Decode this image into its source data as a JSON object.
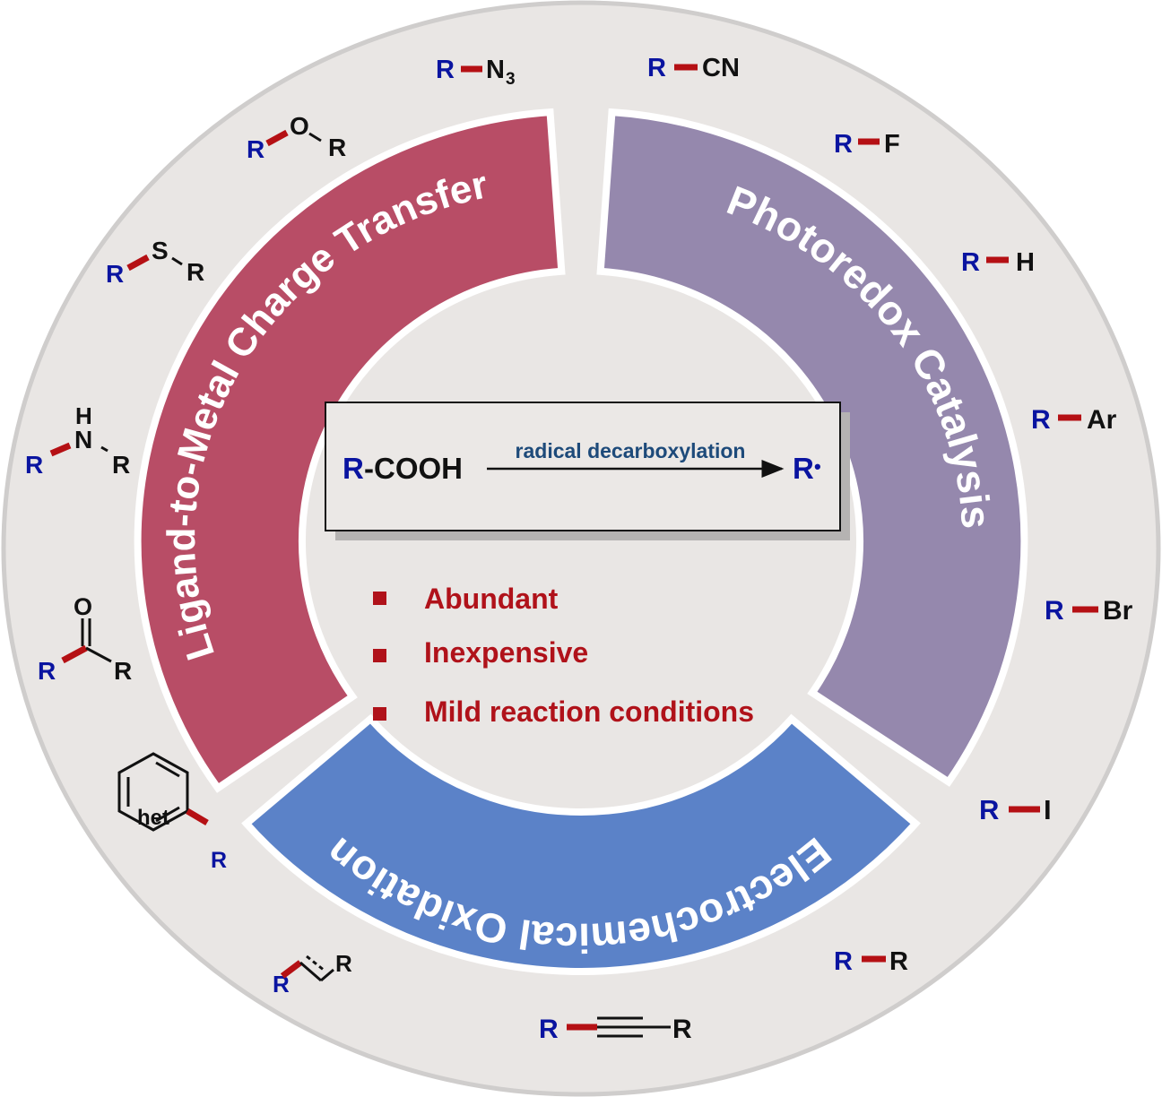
{
  "colors": {
    "outer_ring": "#e9e6e4",
    "outer_ring_border": "#cfcdcc",
    "lmct_segment": "#b84d66",
    "photoredox_segment": "#9588ad",
    "electrochem_segment": "#5b82c8",
    "r_group": "#0a14a0",
    "new_bond": "#b51014",
    "advantage_text": "#b0121a",
    "reaction_label": "#1d4a7a"
  },
  "segments": {
    "lmct": "Ligand-to-Metal Charge Transfer",
    "photoredox": "Photoredox Catalysis",
    "electrochem": "Electrochemical Oxidation"
  },
  "reaction": {
    "reactant_r": "R",
    "reactant_rest": "-COOH",
    "arrow_label": "radical decarboxylation",
    "product_r": "R",
    "product_dot": "•"
  },
  "advantages": [
    "Abundant",
    "Inexpensive",
    "Mild reaction conditions"
  ],
  "products": {
    "r": "R",
    "azide": {
      "atom": "N",
      "sub": "3"
    },
    "nitrile": "CN",
    "ether": {
      "hetero": "O",
      "r2": "R"
    },
    "thioether": {
      "hetero": "S",
      "r2": "R"
    },
    "amine": {
      "hetero": "N",
      "h": "H",
      "r2": "R"
    },
    "ketone": {
      "o": "O",
      "r2": "R"
    },
    "heteroarene": {
      "ring": "het"
    },
    "alkene": {
      "r2": "R"
    },
    "alkyne": {
      "r2": "R"
    },
    "alkyl": "R",
    "fluoride": "F",
    "hydride": "H",
    "aryl": "Ar",
    "bromide": "Br",
    "iodide": "I"
  }
}
